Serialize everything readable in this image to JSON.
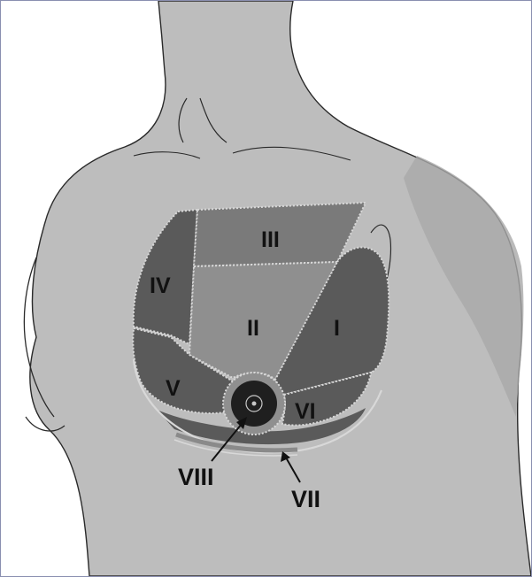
{
  "figure": {
    "zones": [
      {
        "id": "I",
        "label": "I"
      },
      {
        "id": "II",
        "label": "II"
      },
      {
        "id": "III",
        "label": "III"
      },
      {
        "id": "IV",
        "label": "IV"
      },
      {
        "id": "V",
        "label": "V"
      },
      {
        "id": "VI",
        "label": "VI"
      }
    ],
    "callouts": [
      {
        "id": "VII",
        "label": "VII"
      },
      {
        "id": "VIII",
        "label": "VIII"
      }
    ]
  },
  "colors": {
    "skin": "#bdbdbd",
    "skin_shadow": "#a9a9a9",
    "zone_dark": "#5a5a5a",
    "zone_medium": "#7a7a7a",
    "zone_light": "#8f8f8f",
    "outline": "#2a2a2a",
    "seam": "#d8d8d8"
  }
}
